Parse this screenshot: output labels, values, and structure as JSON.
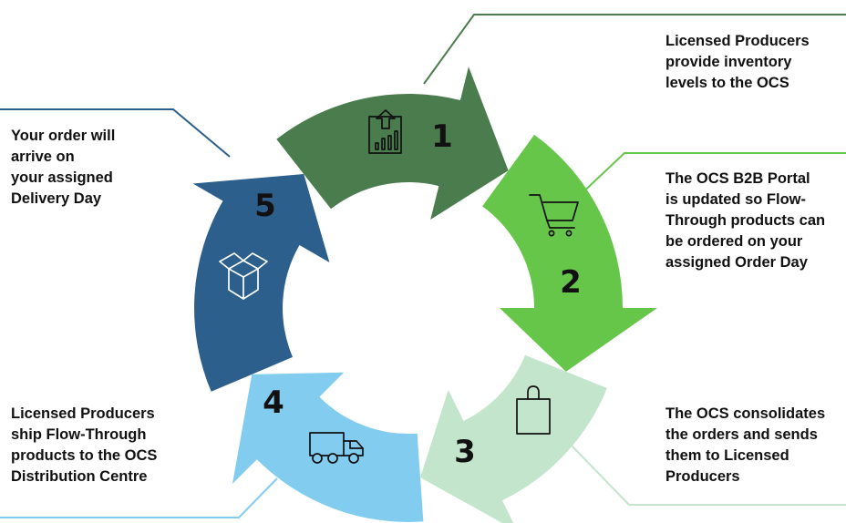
{
  "steps": [
    {
      "number": "1",
      "lines": [
        "Licensed Producers",
        "provide inventory",
        "levels to the OCS"
      ],
      "color": "#4a7c4d",
      "icon": "inventory-chart-icon"
    },
    {
      "number": "2",
      "lines": [
        "The OCS B2B Portal",
        "is updated so Flow-",
        "Through products can",
        "be ordered on your",
        "assigned Order Day"
      ],
      "color": "#66c64a",
      "icon": "shopping-cart-icon"
    },
    {
      "number": "3",
      "lines": [
        "The OCS consolidates",
        "the orders and sends",
        "them to Licensed",
        "Producers"
      ],
      "color": "#c2e5cb",
      "icon": "shopping-bag-icon"
    },
    {
      "number": "4",
      "lines": [
        "Licensed Producers",
        "ship Flow-Through",
        "products to the OCS",
        "Distribution Centre"
      ],
      "color": "#82cdef",
      "icon": "delivery-truck-icon"
    },
    {
      "number": "5",
      "lines": [
        "Your order will",
        "arrive on",
        "your assigned",
        "Delivery Day"
      ],
      "color": "#2c5f8c",
      "icon": "open-box-icon"
    }
  ],
  "leader_colors": {
    "step1": "#4a7c4d",
    "step2": "#66c64a",
    "step3": "#c2e5cb",
    "step4": "#82cdef",
    "step5": "#2c5f8c"
  }
}
